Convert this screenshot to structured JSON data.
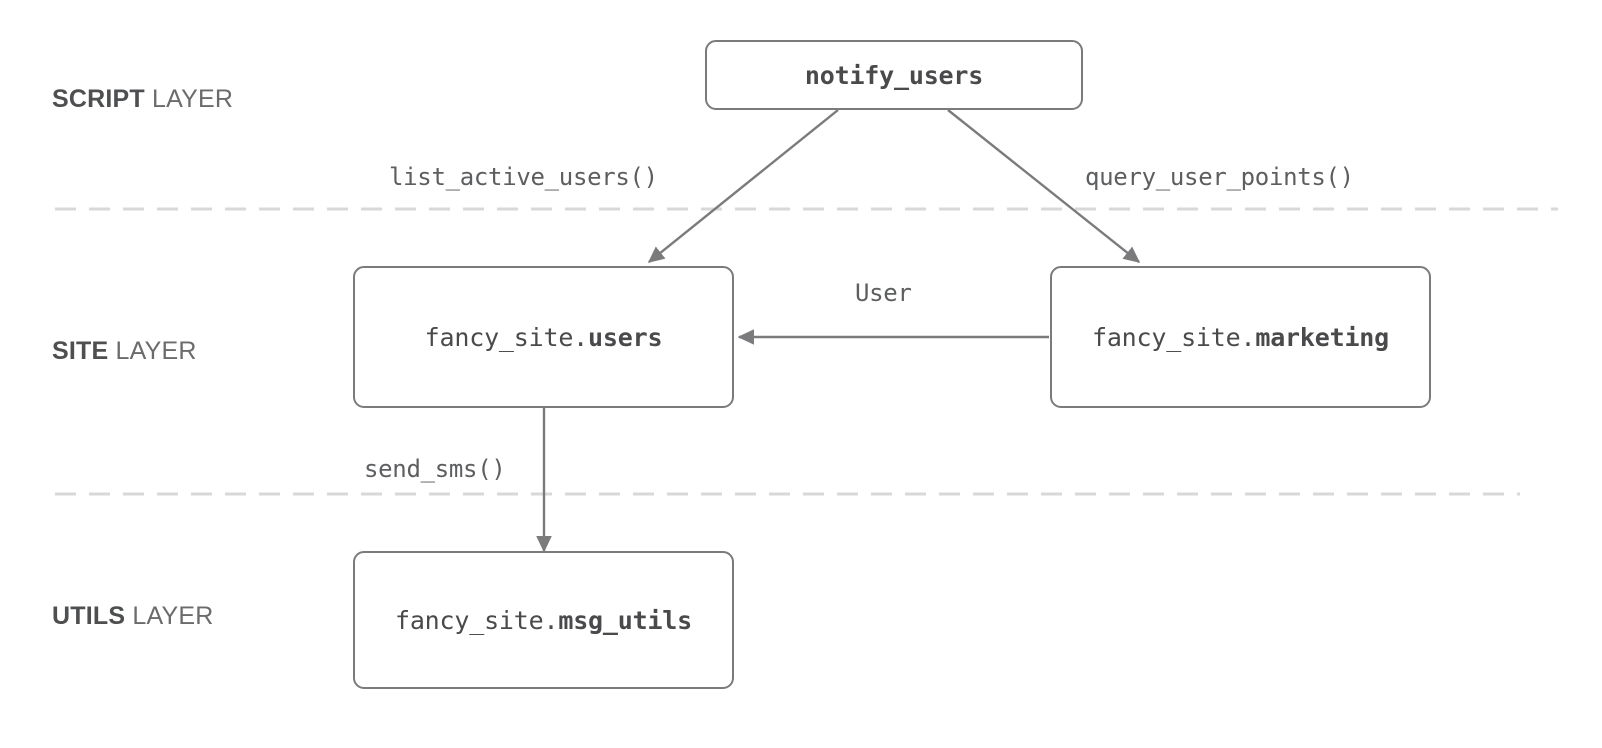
{
  "diagram": {
    "title": "layered module dependency diagram",
    "colors": {
      "box_border": "#7b7b7d",
      "box_fill": "#ffffff",
      "node_text": "#4a4a4c",
      "edge_line": "#7b7b7d",
      "edge_label": "#5d5e60",
      "layer_label_strong": "#4e4f51",
      "layer_label_weak": "#6a6b6d",
      "divider": "#d8d8d8",
      "background": "#ffffff"
    },
    "layers": [
      {
        "id": "script",
        "keyword": "SCRIPT",
        "suffix": " LAYER"
      },
      {
        "id": "site",
        "keyword": "SITE",
        "suffix": " LAYER"
      },
      {
        "id": "utils",
        "keyword": "UTILS",
        "suffix": " LAYER"
      }
    ],
    "nodes": [
      {
        "id": "notify_users",
        "layer": "script",
        "prefix": "",
        "emphasis": "notify_users",
        "bold_all": true
      },
      {
        "id": "fancy_site_users",
        "layer": "site",
        "prefix": "fancy_site.",
        "emphasis": "users",
        "bold_all": false
      },
      {
        "id": "fancy_site_marketing",
        "layer": "site",
        "prefix": "fancy_site.",
        "emphasis": "marketing",
        "bold_all": false
      },
      {
        "id": "fancy_site_msg_utils",
        "layer": "utils",
        "prefix": "fancy_site.",
        "emphasis": "msg_utils",
        "bold_all": false
      }
    ],
    "edges": [
      {
        "id": "e1",
        "from": "notify_users",
        "to": "fancy_site_users",
        "label": "list_active_users()"
      },
      {
        "id": "e2",
        "from": "notify_users",
        "to": "fancy_site_marketing",
        "label": "query_user_points()"
      },
      {
        "id": "e3",
        "from": "fancy_site_marketing",
        "to": "fancy_site_users",
        "label": "User"
      },
      {
        "id": "e4",
        "from": "fancy_site_users",
        "to": "fancy_site_msg_utils",
        "label": "send_sms()"
      }
    ]
  }
}
